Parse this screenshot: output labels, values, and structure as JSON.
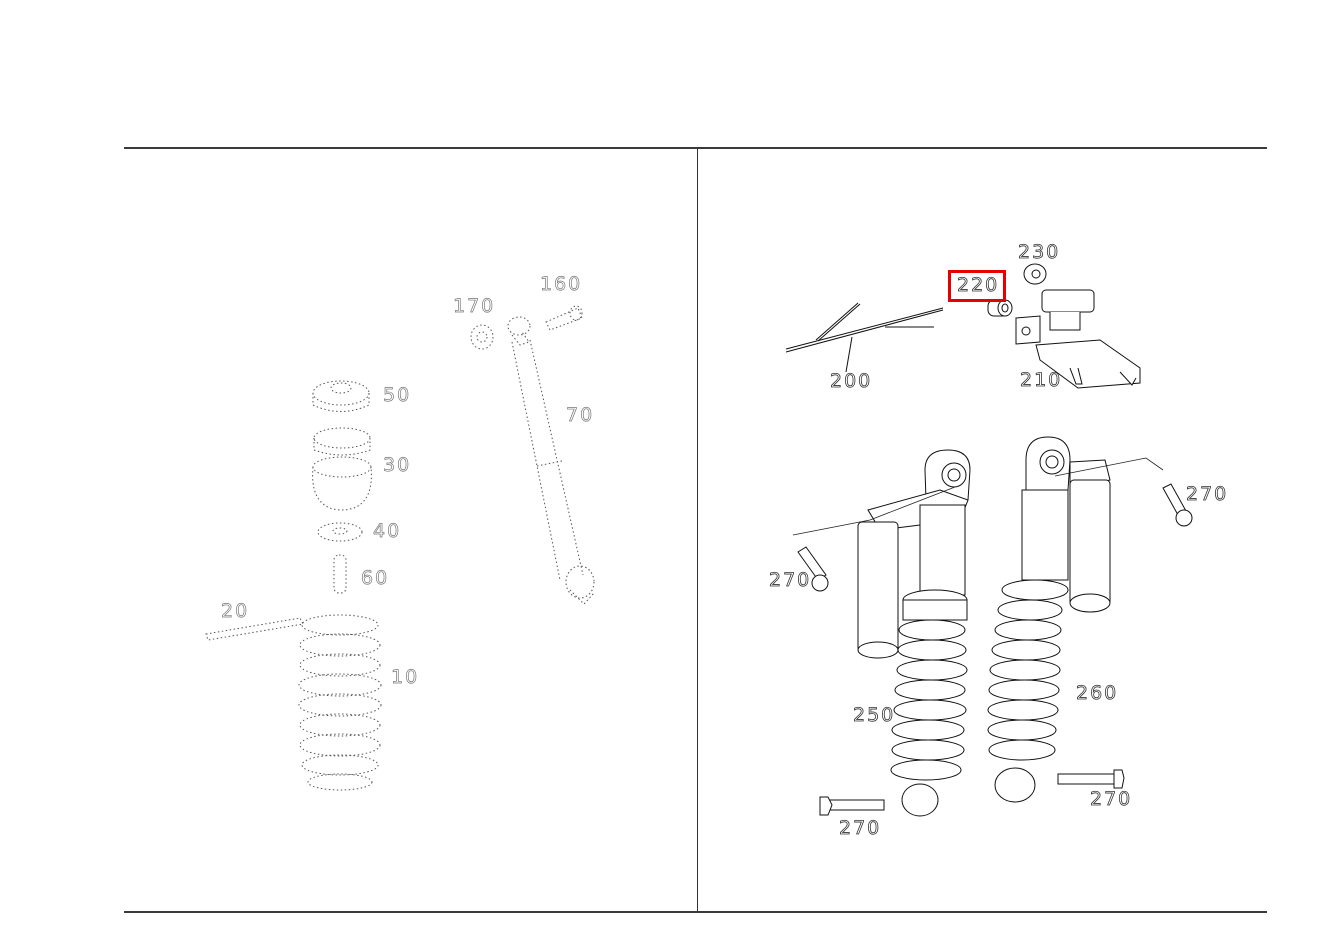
{
  "page": {
    "type": "parts-catalog-exploded-view",
    "background": "#ffffff",
    "highlight_color": "#e60000"
  },
  "left_panel": {
    "style": "dotted-outline (de-emphasized)",
    "callouts": [
      {
        "id": "c160",
        "label": "160"
      },
      {
        "id": "c170",
        "label": "170"
      },
      {
        "id": "c50",
        "label": "50"
      },
      {
        "id": "c70",
        "label": "70"
      },
      {
        "id": "c30",
        "label": "30"
      },
      {
        "id": "c40",
        "label": "40"
      },
      {
        "id": "c60",
        "label": "60"
      },
      {
        "id": "c20",
        "label": "20"
      },
      {
        "id": "c10",
        "label": "10"
      }
    ]
  },
  "right_panel": {
    "style": "solid-outline",
    "callouts": [
      {
        "id": "c230",
        "label": "230"
      },
      {
        "id": "c220",
        "label": "220",
        "highlighted": true
      },
      {
        "id": "c200",
        "label": "200"
      },
      {
        "id": "c210",
        "label": "210"
      },
      {
        "id": "c270a",
        "label": "270"
      },
      {
        "id": "c270b",
        "label": "270"
      },
      {
        "id": "c250",
        "label": "250"
      },
      {
        "id": "c260",
        "label": "260"
      },
      {
        "id": "c270c",
        "label": "270"
      },
      {
        "id": "c270d",
        "label": "270"
      }
    ]
  }
}
